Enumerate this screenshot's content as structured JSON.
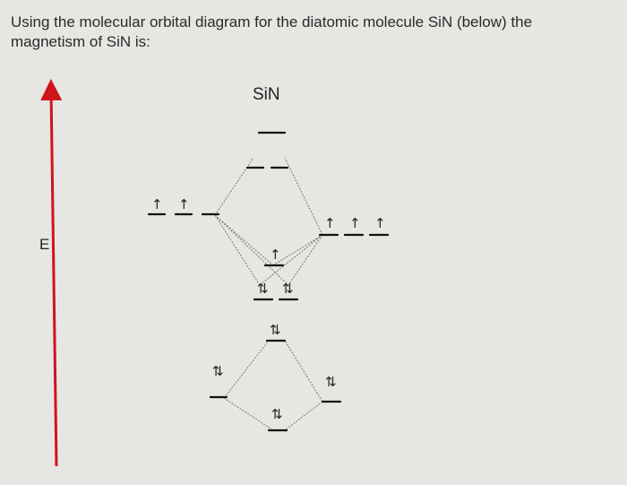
{
  "question": "Using the molecular orbital diagram for the diatomic molecule SiN (below) the magnetism of SiN is:",
  "diagram": {
    "molecule_label": "SiN",
    "axis_label": "E",
    "axis_color": "#d0141b",
    "electrons": {
      "si_p": [
        "↑",
        "↑"
      ],
      "n_p": [
        "↑",
        "↑",
        "↑"
      ],
      "sigma_2p": "↑",
      "pi_2p": [
        "⇅",
        "⇅"
      ],
      "sigma_star_2s": "⇅",
      "si_s": "⇅",
      "n_s": "⇅",
      "sigma_2s": "⇅"
    }
  }
}
